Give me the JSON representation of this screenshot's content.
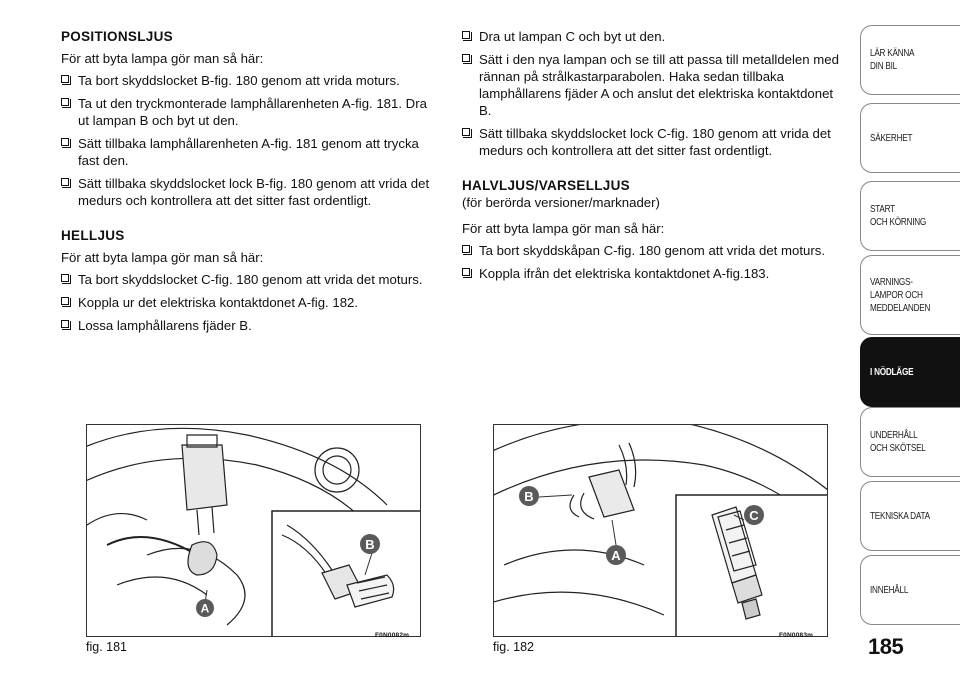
{
  "left": {
    "heading1": "POSITIONSLJUS",
    "intro1": "För att byta lampa gör man så här:",
    "items1": [
      "Ta bort skyddslocket B-fig. 180 genom att vrida moturs.",
      "Ta ut den tryckmonterade lamphållarenheten A-fig. 181. Dra ut lampan B och byt ut den.",
      "Sätt tillbaka lamphållarenheten A-fig. 181 genom att trycka fast den.",
      "Sätt tillbaka skyddslocket lock B-fig. 180 genom att vrida det medurs och kontrollera att det sitter fast ordentligt."
    ],
    "heading2": "HELLJUS",
    "intro2": "För att byta lampa gör man så här:",
    "items2": [
      "Ta bort skyddslocket C-fig. 180 genom att vrida det moturs.",
      "Koppla ur det elektriska kontaktdonet A-fig. 182.",
      "Lossa lamphållarens fjäder B."
    ]
  },
  "right": {
    "items1": [
      "Dra ut lampan C och byt ut den.",
      "Sätt i den nya lampan och se till att passa till metalldelen med rännan på strålkastarparabolen. Haka sedan tillbaka lamphållarens fjäder A och anslut det elektriska kontaktdonet B.",
      "Sätt tillbaka skyddslocket lock C-fig. 180 genom att vrida det medurs och kontrollera att det sitter fast ordentligt."
    ],
    "heading": "HALVLJUS/VARSELLJUS",
    "subheading": "(för berörda versioner/marknader)",
    "intro": "För att byta lampa gör man så här:",
    "items2": [
      "Ta bort skyddskåpan C-fig. 180 genom att vrida det moturs.",
      "Koppla ifrån det elektriska kontaktdonet A-fig.183."
    ]
  },
  "figures": [
    {
      "caption": "fig. 181",
      "code": "F0N0082m",
      "labels": [
        "A",
        "B"
      ]
    },
    {
      "caption": "fig. 182",
      "code": "F0N0083m",
      "labels": [
        "A",
        "B",
        "C"
      ]
    }
  ],
  "tabs": [
    "LÄR KÄNNA\nDIN BIL",
    "SÄKERHET",
    "START\nOCH KÖRNING",
    "VARNINGS-\nLAMPOR OCH\nMEDDELANDEN",
    "I NÖDLÄGE",
    "UNDERHÅLL\nOCH SKÖTSEL",
    "TEKNISKA DATA",
    "INNEHÅLL"
  ],
  "active_tab_index": 4,
  "page_number": "185",
  "colors": {
    "label_fill": "#5a5a5a",
    "active_tab": "#111111"
  }
}
